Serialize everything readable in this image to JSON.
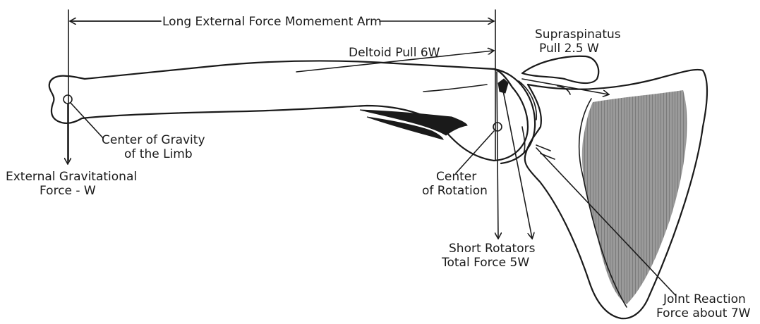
{
  "labels": {
    "moment_arm": "Long External Force Momement Arm",
    "deltoid": "Deltoid Pull 6W",
    "supraspinatus_line1": "Supraspinatus",
    "supraspinatus_line2": "Pull 2.5 W",
    "center_gravity_line1": "Center of Gravity",
    "center_gravity_line2": "of the Limb",
    "external_force_line1": "External Gravitational",
    "external_force_line2": "Force - W",
    "center_rotation_line1": "Center",
    "center_rotation_line2": "of Rotation",
    "short_rotators_line1": "Short Rotators",
    "short_rotators_line2": "Total Force 5W",
    "joint_reaction_line1": "Joint Reaction",
    "joint_reaction_line2": "Force about 7W"
  },
  "colors": {
    "ink": "#1a1a1a",
    "scapula_shading": "#8a8a8a",
    "background": "#ffffff"
  }
}
